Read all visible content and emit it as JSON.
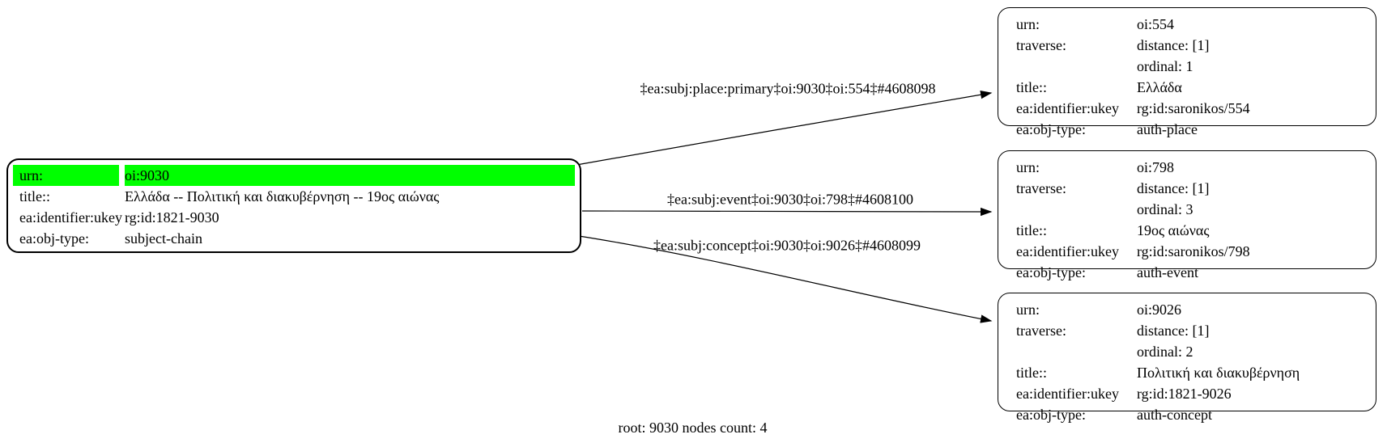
{
  "caption": "root: 9030 nodes count: 4",
  "colors": {
    "highlight_green": "#00ff00",
    "node_border": "#000000",
    "background": "#ffffff",
    "text": "#000000"
  },
  "field_labels": {
    "urn": "urn:",
    "traverse": "traverse:",
    "title": "title::",
    "ukey": "ea:identifier:ukey",
    "obj_type": "ea:obj-type:"
  },
  "root_node": {
    "urn": "oi:9030",
    "title": "Ελλάδα -- Πολιτική και διακυβέρνηση -- 19ος αιώνας",
    "ukey": "rg:id:1821-9030",
    "obj_type": "subject-chain"
  },
  "nodes": [
    {
      "urn": "oi:554",
      "distance": "distance: [1]",
      "ordinal": "ordinal: 1",
      "title": "Ελλάδα",
      "ukey": "rg:id:saronikos/554",
      "obj_type": "auth-place"
    },
    {
      "urn": "oi:798",
      "distance": "distance: [1]",
      "ordinal": "ordinal: 3",
      "title": "19ος αιώνας",
      "ukey": "rg:id:saronikos/798",
      "obj_type": "auth-event"
    },
    {
      "urn": "oi:9026",
      "distance": "distance: [1]",
      "ordinal": "ordinal: 2",
      "title": "Πολιτική και διακυβέρνηση",
      "ukey": "rg:id:1821-9026",
      "obj_type": "auth-concept"
    }
  ],
  "edges": [
    {
      "label": "‡ea:subj:place:primary‡oi:9030‡oi:554‡#4608098"
    },
    {
      "label": "‡ea:subj:event‡oi:9030‡oi:798‡#4608100"
    },
    {
      "label": "‡ea:subj:concept‡oi:9030‡oi:9026‡#4608099"
    }
  ]
}
